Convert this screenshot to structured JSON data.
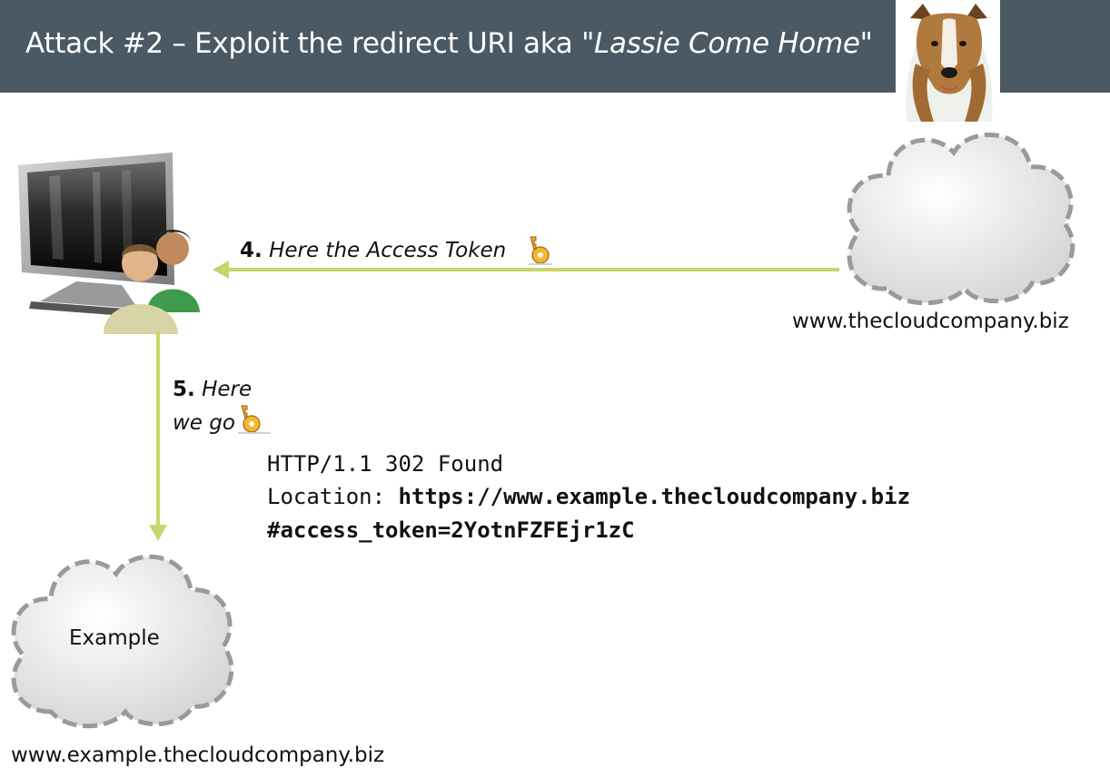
{
  "title": {
    "prefix": "Attack #2 – Exploit the redirect URI aka ",
    "quoted": "\"Lassie Come Home\""
  },
  "steps": {
    "step4": {
      "number": "4.",
      "text": "Here the Access Token"
    },
    "step5": {
      "number": "5.",
      "line1": "Here",
      "line2": "we go"
    }
  },
  "domains": {
    "cloud_company": "www.thecloudcompany.biz",
    "example_company": "www.example.thecloudcompany.biz"
  },
  "cloud_example_label": "Example",
  "http_response": {
    "status_line": "HTTP/1.1 302 Found",
    "location_label": "Location: ",
    "location_url": "https://www.example.thecloudcompany.biz",
    "fragment": "#access_token=2YotnFZFEjr1zC"
  },
  "colors": {
    "header_bg": "#4a5964",
    "arrow": "#c8d56a",
    "cloud_stroke": "#9a9a9a",
    "key": "#e8a628"
  },
  "icons": [
    "dog-photo",
    "computer-users-icon",
    "cloud-icon",
    "key-icon"
  ]
}
